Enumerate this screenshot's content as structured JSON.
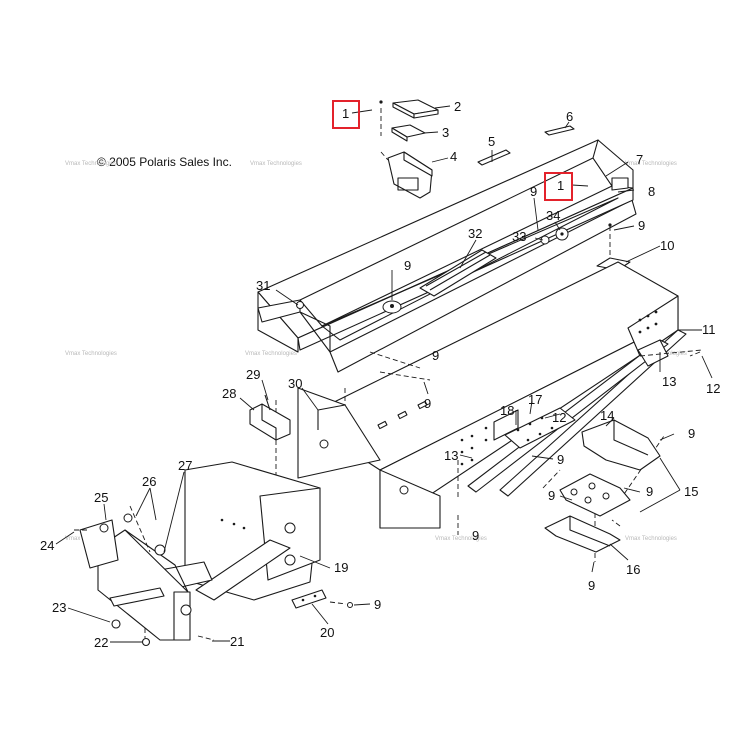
{
  "copyright": "© 2005 Polaris Sales Inc.",
  "watermark": "Vmax Technologies",
  "highlight_color": "#e3222b",
  "callouts": [
    {
      "id": "c1a",
      "label": "1"
    },
    {
      "id": "c1b",
      "label": "1"
    },
    {
      "id": "c2",
      "label": "2"
    },
    {
      "id": "c3",
      "label": "3"
    },
    {
      "id": "c4",
      "label": "4"
    },
    {
      "id": "c5",
      "label": "5"
    },
    {
      "id": "c6",
      "label": "6"
    },
    {
      "id": "c7",
      "label": "7"
    },
    {
      "id": "c8",
      "label": "8"
    },
    {
      "id": "c9a",
      "label": "9"
    },
    {
      "id": "c9b",
      "label": "9"
    },
    {
      "id": "c9c",
      "label": "9"
    },
    {
      "id": "c9d",
      "label": "9"
    },
    {
      "id": "c9e",
      "label": "9"
    },
    {
      "id": "c9f",
      "label": "9"
    },
    {
      "id": "c9g",
      "label": "9"
    },
    {
      "id": "c9h",
      "label": "9"
    },
    {
      "id": "c9i",
      "label": "9"
    },
    {
      "id": "c9j",
      "label": "9"
    },
    {
      "id": "c9k",
      "label": "9"
    },
    {
      "id": "c9l",
      "label": "9"
    },
    {
      "id": "c10",
      "label": "10"
    },
    {
      "id": "c11",
      "label": "11"
    },
    {
      "id": "c12a",
      "label": "12"
    },
    {
      "id": "c12b",
      "label": "12"
    },
    {
      "id": "c13a",
      "label": "13"
    },
    {
      "id": "c13b",
      "label": "13"
    },
    {
      "id": "c14",
      "label": "14"
    },
    {
      "id": "c15",
      "label": "15"
    },
    {
      "id": "c16",
      "label": "16"
    },
    {
      "id": "c17",
      "label": "17"
    },
    {
      "id": "c18",
      "label": "18"
    },
    {
      "id": "c19",
      "label": "19"
    },
    {
      "id": "c20",
      "label": "20"
    },
    {
      "id": "c21",
      "label": "21"
    },
    {
      "id": "c22",
      "label": "22"
    },
    {
      "id": "c23",
      "label": "23"
    },
    {
      "id": "c24",
      "label": "24"
    },
    {
      "id": "c25",
      "label": "25"
    },
    {
      "id": "c26",
      "label": "26"
    },
    {
      "id": "c27",
      "label": "27"
    },
    {
      "id": "c28",
      "label": "28"
    },
    {
      "id": "c29",
      "label": "29"
    },
    {
      "id": "c30",
      "label": "30"
    },
    {
      "id": "c31",
      "label": "31"
    },
    {
      "id": "c32",
      "label": "32"
    },
    {
      "id": "c33",
      "label": "33"
    },
    {
      "id": "c34",
      "label": "34"
    }
  ]
}
